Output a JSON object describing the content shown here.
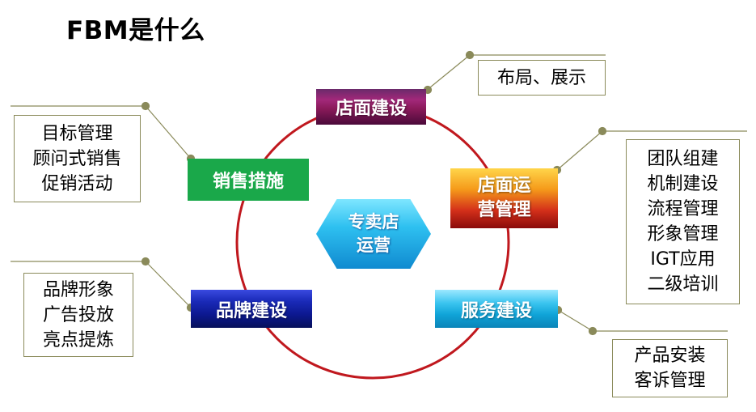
{
  "title": "FBM是什么",
  "center": {
    "lines": [
      "专卖店",
      "运营"
    ]
  },
  "nodes": {
    "dianmian": {
      "label": "店面建设",
      "details": [
        "布局、展示"
      ]
    },
    "xiaoshou": {
      "label": "销售措施",
      "details": [
        "目标管理",
        "顾问式销售",
        "促销活动"
      ]
    },
    "yunying": {
      "lines": [
        "店面运",
        "营管理"
      ],
      "details": [
        "团队组建",
        "机制建设",
        "流程管理",
        "形象管理",
        "IGT应用",
        "二级培训"
      ]
    },
    "pinpai": {
      "label": "品牌建设",
      "details": [
        "品牌形象",
        "广告投放",
        "亮点提炼"
      ]
    },
    "fuwu": {
      "label": "服务建设",
      "details": [
        "产品安装",
        "客诉管理"
      ]
    }
  },
  "colors": {
    "ring": "#c0181e",
    "connector": "#8a8a5a",
    "xiaoshou": "#1aa84a"
  }
}
